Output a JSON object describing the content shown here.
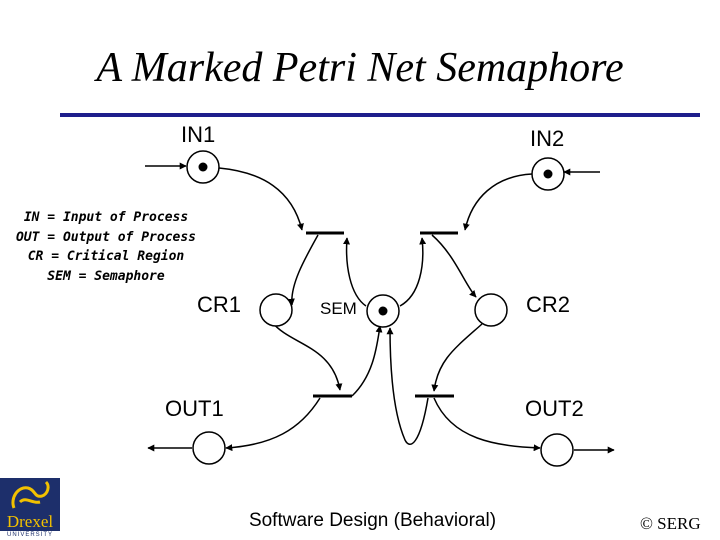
{
  "title": "A Marked Petri Net Semaphore",
  "places": {
    "in1": "IN1",
    "in2": "IN2",
    "cr1": "CR1",
    "cr2": "CR2",
    "sem": "SEM",
    "out1": "OUT1",
    "out2": "OUT2"
  },
  "legend": [
    "IN = Input of Process",
    "OUT = Output of Process",
    "CR = Critical Region",
    "SEM = Semaphore"
  ],
  "footer": "Software Design (Behavioral)",
  "copyright": "© SERG",
  "logo": {
    "name": "Drexel",
    "sub": "UNIVERSITY"
  },
  "colors": {
    "rule": "#1e1e8c",
    "logo_bg": "#1d2f6b",
    "logo_text": "#f2c100"
  }
}
